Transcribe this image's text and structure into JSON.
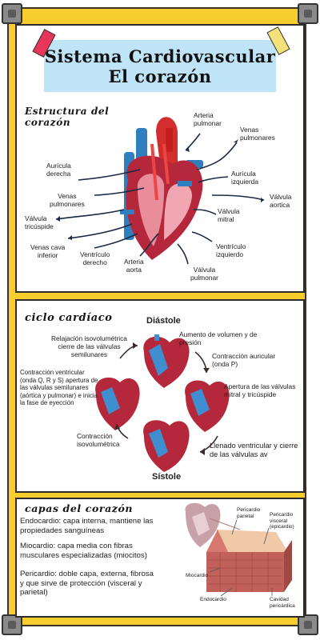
{
  "title": {
    "line1": "Sistema Cardiovascular",
    "line2": "El corazón"
  },
  "structure": {
    "heading": [
      "Estructura del",
      "corazón"
    ],
    "labels": {
      "arteria_pulmonar": [
        "Arteria",
        "pulmonar"
      ],
      "venas_pulmonares_r": [
        "Venas",
        "pulmonares"
      ],
      "auricula_derecha": [
        "Aurícula",
        "derecha"
      ],
      "auricula_izquierda": [
        "Aurícula",
        "izquierda"
      ],
      "venas_pulmonares_l": [
        "Venas",
        "pulmonares"
      ],
      "valvula_aortica": [
        "Válvula",
        "aortica"
      ],
      "valvula_tricuspide": [
        "Válvula",
        "tricúspide"
      ],
      "valvula_mitral": [
        "Válvula",
        "mitral"
      ],
      "venas_cava": [
        "Venas cava",
        "inferior"
      ],
      "ventriculo_derecho": [
        "Ventrículo",
        "derecho"
      ],
      "arteria_aorta": [
        "Arteria",
        "aorta"
      ],
      "ventriculo_izquierdo": [
        "Ventrículo",
        "izquierdo"
      ],
      "valvula_pulmonar": [
        "Válvula",
        "pulmonar"
      ]
    }
  },
  "cycle": {
    "heading": "ciclo cardíaco",
    "diastole": "Diástole",
    "sistole": "Sístole",
    "steps": {
      "relajacion": [
        "Relajación isovolumétrica",
        "cierre de las válvulas",
        "semilunares"
      ],
      "aumento": [
        "Aumento de volumen y de",
        "presión"
      ],
      "contraccion_auricular": [
        "Contracción auricular",
        "(onda P)"
      ],
      "apertura_mitral": [
        "Apertura de las válvulas",
        "mitral y tricúspide"
      ],
      "llenado": [
        "Llenado ventricular y cierre",
        "de las válvulas av"
      ],
      "contraccion_iso": [
        "Contracción",
        "isovolumétrica"
      ],
      "contraccion_ventricular": [
        "Contracción ventricular",
        "(onda Q, R y S) apertura de",
        "las válvulas semilunares",
        "(aórtica y pulmonar) e inicia",
        "la fase de eyección"
      ]
    }
  },
  "layers": {
    "heading": "capas del corazón",
    "endocardio": [
      "Endocardio: capa interna, mantiene las",
      "propiedades sanguíneas"
    ],
    "miocardio": [
      "Miocardio: capa media con fibras",
      "musculares especializadas (miocitos)"
    ],
    "pericardio": [
      "Pericardio: doble capa, externa, fibrosa",
      "y que sirve de protección (visceral y",
      "parietal)"
    ],
    "diagram_labels": {
      "pericardio_parietal": [
        "Pericardio",
        "parietal"
      ],
      "pericardio_visceral": [
        "Pericardio",
        "visceral",
        "(epicardio)"
      ],
      "miocardio": "Miocardio",
      "endocardio": "Endocardio",
      "cavidad": [
        "Cavidad",
        "pericárdica"
      ]
    }
  },
  "colors": {
    "frame": "#f7ce2e",
    "title_bg": "#bfe4f7",
    "tape_left": "#e8355a",
    "tape_right": "#f3e27a"
  }
}
